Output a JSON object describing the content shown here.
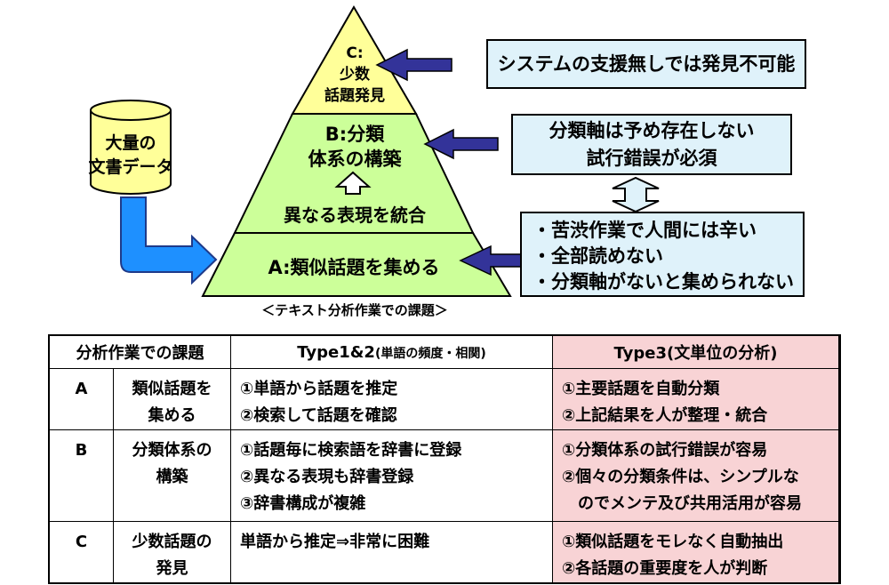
{
  "diagram": {
    "database": {
      "line1": "大量の",
      "line2": "文書データ"
    },
    "pyramid": {
      "top": [
        "C:",
        "少数",
        "話題発見"
      ],
      "middle_title": [
        "B:分類",
        "体系の構築"
      ],
      "middle_bottom": "異なる表現を統合",
      "base": "A:類似話題を集める"
    },
    "caption": "＜テキスト分析作業での課題＞",
    "note_c": "システムの支援無しでは発見不可能",
    "note_b": [
      "分類軸は予め存在しない",
      "試行錯誤が必須"
    ],
    "note_a": [
      "・苦渋作業で人間には辛い",
      "・全部読めない",
      "・分類軸がないと集められない"
    ],
    "colors": {
      "pyramid_fill": "#ccff99",
      "top_fill": "#ffff99",
      "database_fill": "#ffff99",
      "note_fill": "#dff2fa",
      "arrow_fill": "#333399",
      "flow_arrow": "#1e90ff",
      "table_highlight": "#f8d3d5"
    }
  },
  "table": {
    "headers": {
      "task": "分析作業での課題",
      "type12": "Type1&2",
      "type12_note": "(単語の頻度・相関)",
      "type3": "Type3(文単位の分析)"
    },
    "rows": [
      {
        "id": "A",
        "task": [
          "類似話題を",
          "集める"
        ],
        "type12": [
          "①単語から話題を推定",
          "②検索して話題を確認"
        ],
        "type3": [
          "①主要話題を自動分類",
          "②上記結果を人が整理・統合"
        ]
      },
      {
        "id": "B",
        "task": [
          "分類体系の",
          "構築"
        ],
        "type12": [
          "①話題毎に検索語を辞書に登録",
          "②異なる表現も辞書登録",
          "③辞書構成が複雑"
        ],
        "type3": [
          "①分類体系の試行錯誤が容易",
          "②個々の分類条件は、シンプルな",
          "　のでメンテ及び共用活用が容易"
        ]
      },
      {
        "id": "C",
        "task": [
          "少数話題の",
          "発見"
        ],
        "type12": [
          "単語から推定⇒非常に困難"
        ],
        "type3": [
          "①類似話題をモレなく自動抽出",
          "②各話題の重要度を人が判断"
        ]
      }
    ]
  }
}
